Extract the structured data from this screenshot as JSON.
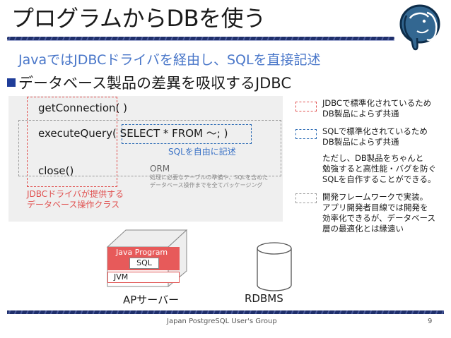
{
  "title": "プログラムからDBを使う",
  "subtitle": "JavaではJDBCドライバを経由し、SQLを直接記述",
  "bullet": "データベース製品の差異を吸収するJDBC",
  "code": {
    "line1": "getConnection( )",
    "line2": "executeQuery( SELECT * FROM ～; )",
    "line3": "close()"
  },
  "notes": {
    "sql_free": "SQLを自由に記述",
    "jdbc_driver": "JDBCドライバが提供する",
    "jdbc_driver2": "データベース操作クラス",
    "orm_title": "ORM",
    "orm_desc1": "処理に必要なテーブルの準備や、SQLを含めた",
    "orm_desc2": "データベース操作までを全てパッケージング"
  },
  "legend": {
    "red_1": "JDBCで標準化されているため",
    "red_2": "DB製品によらず共通",
    "blue_1": "SQLで標準化されているため",
    "blue_2": "DB製品によらず共通",
    "blue_3": "ただし、DB製品をちゃんと",
    "blue_4": "勉強すると高性能・バグを防ぐ",
    "blue_5": "SQLを自作することができる。",
    "gray_1": "開発フレームワークで実装。",
    "gray_2": "アプリ開発者目線では開発を",
    "gray_3": "効率化できるが、データベース",
    "gray_4": "層の最適化とは縁遠い"
  },
  "diagram": {
    "java_program": "Java Program",
    "sql": "SQL",
    "jvm": "JVM",
    "ap_server": "APサーバー",
    "rdbms": "RDBMS"
  },
  "footer": {
    "org": "Japan PostgreSQL User's Group",
    "page": "9"
  },
  "colors": {
    "accent_red": "#e0504f",
    "accent_blue": "#2d6cb5",
    "subtitle_blue": "#4a77c9",
    "rule_navy": "#1f2f6b"
  }
}
